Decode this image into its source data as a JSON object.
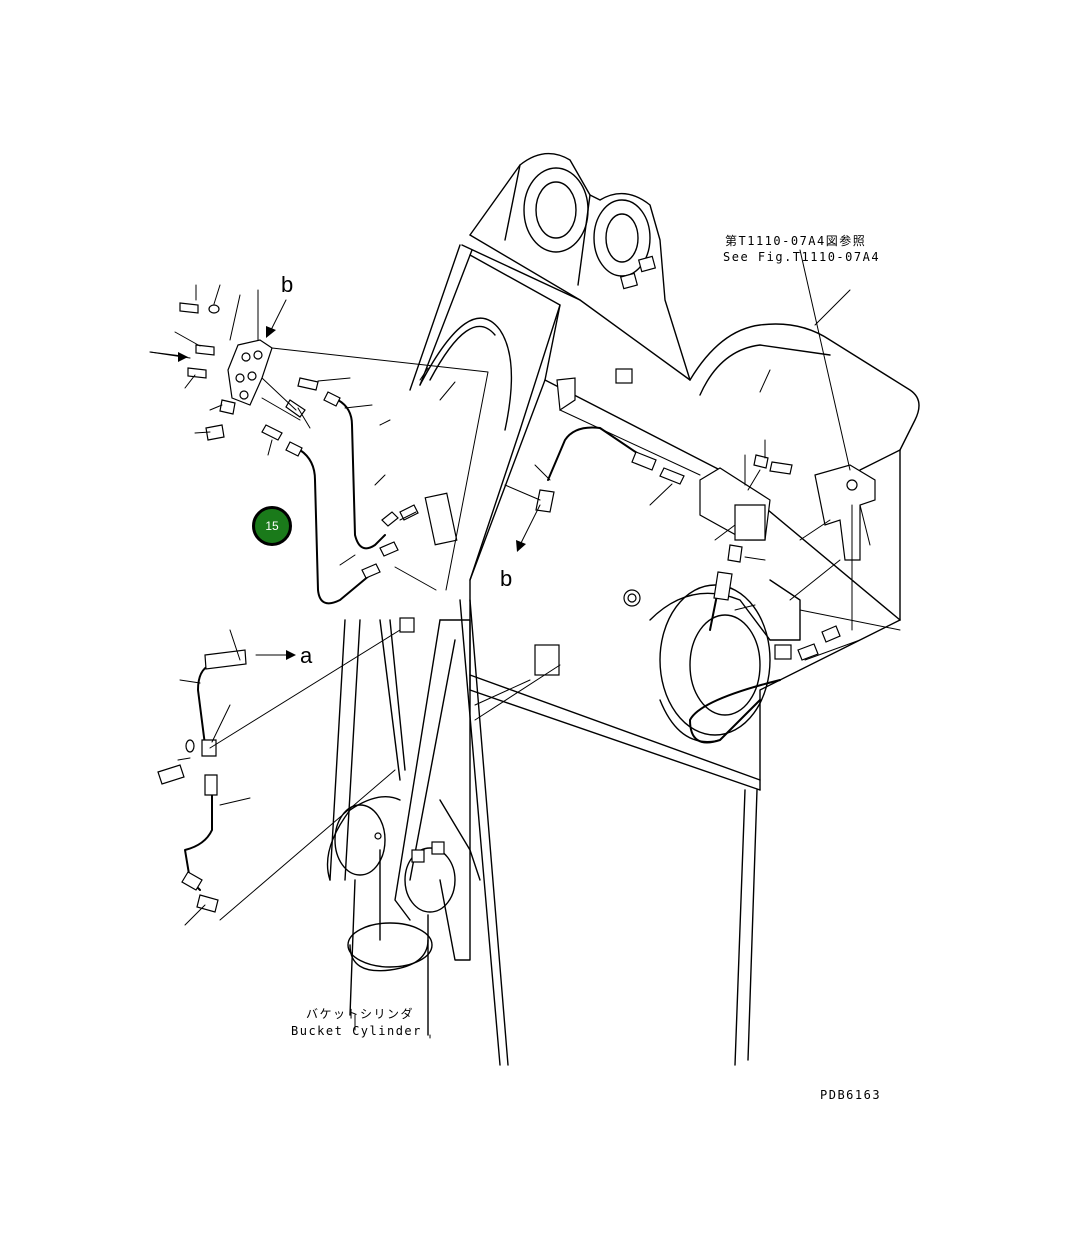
{
  "callouts": [
    {
      "id": "15",
      "label": "15",
      "color": "#1a7a1a"
    }
  ],
  "labels": {
    "ref_jp": "第T1110-07A4図参照",
    "ref_en": "See Fig.T1110-07A4",
    "bucket_cylinder_jp": "バケットシリンダ",
    "bucket_cylinder_en": "Bucket Cylinder",
    "drawing_number": "PDB6163",
    "point_b_top": "b",
    "point_b_bottom": "b",
    "point_a": "a"
  }
}
